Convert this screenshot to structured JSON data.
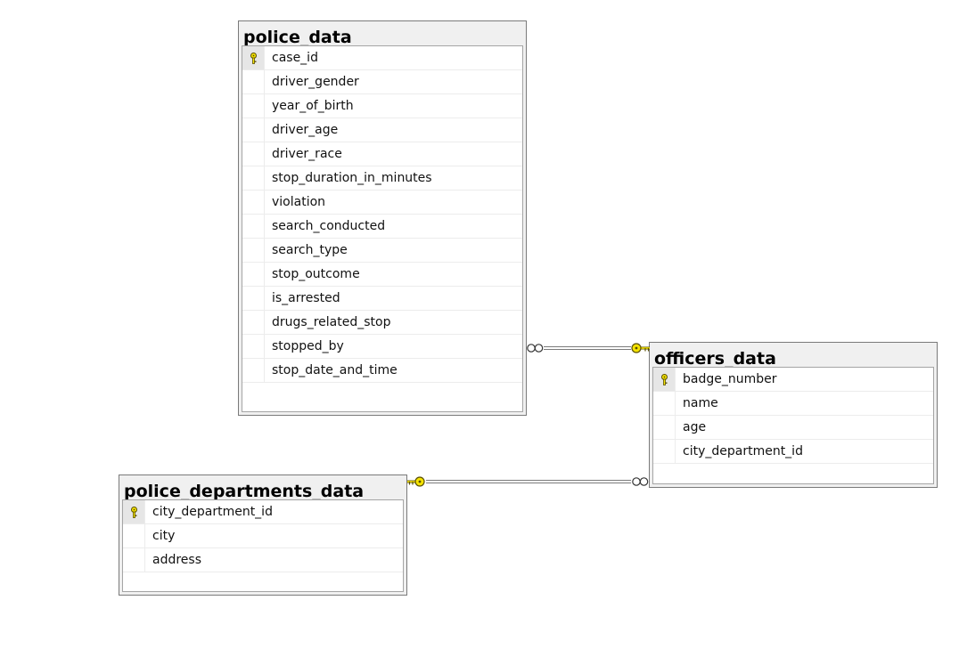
{
  "tables": {
    "police_data": {
      "title": "police_data",
      "columns": [
        {
          "name": "case_id",
          "primary_key": true
        },
        {
          "name": "driver_gender",
          "primary_key": false
        },
        {
          "name": "year_of_birth",
          "primary_key": false
        },
        {
          "name": "driver_age",
          "primary_key": false
        },
        {
          "name": "driver_race",
          "primary_key": false
        },
        {
          "name": "stop_duration_in_minutes",
          "primary_key": false
        },
        {
          "name": "violation",
          "primary_key": false
        },
        {
          "name": "search_conducted",
          "primary_key": false
        },
        {
          "name": "search_type",
          "primary_key": false
        },
        {
          "name": "stop_outcome",
          "primary_key": false
        },
        {
          "name": "is_arrested",
          "primary_key": false
        },
        {
          "name": "drugs_related_stop",
          "primary_key": false
        },
        {
          "name": "stopped_by",
          "primary_key": false
        },
        {
          "name": "stop_date_and_time",
          "primary_key": false
        }
      ]
    },
    "officers_data": {
      "title": "officers_data",
      "columns": [
        {
          "name": "badge_number",
          "primary_key": true
        },
        {
          "name": "name",
          "primary_key": false
        },
        {
          "name": "age",
          "primary_key": false
        },
        {
          "name": "city_department_id",
          "primary_key": false
        }
      ]
    },
    "police_departments_data": {
      "title": "police_departments_data",
      "columns": [
        {
          "name": "city_department_id",
          "primary_key": true
        },
        {
          "name": "city",
          "primary_key": false
        },
        {
          "name": "address",
          "primary_key": false
        }
      ]
    }
  },
  "relationships": [
    {
      "name": "police_data-officers_data",
      "many_side": "police_data",
      "one_side": "officers_data"
    },
    {
      "name": "officers_data-police_departments_data",
      "many_side": "officers_data",
      "one_side": "police_departments_data"
    }
  ],
  "colors": {
    "key_fill": "#f5e300",
    "key_stroke": "#5a5000",
    "connector_line": "#7a7a7a",
    "table_header_bg": "#f0f0f0",
    "table_border": "#7a7a7a"
  }
}
